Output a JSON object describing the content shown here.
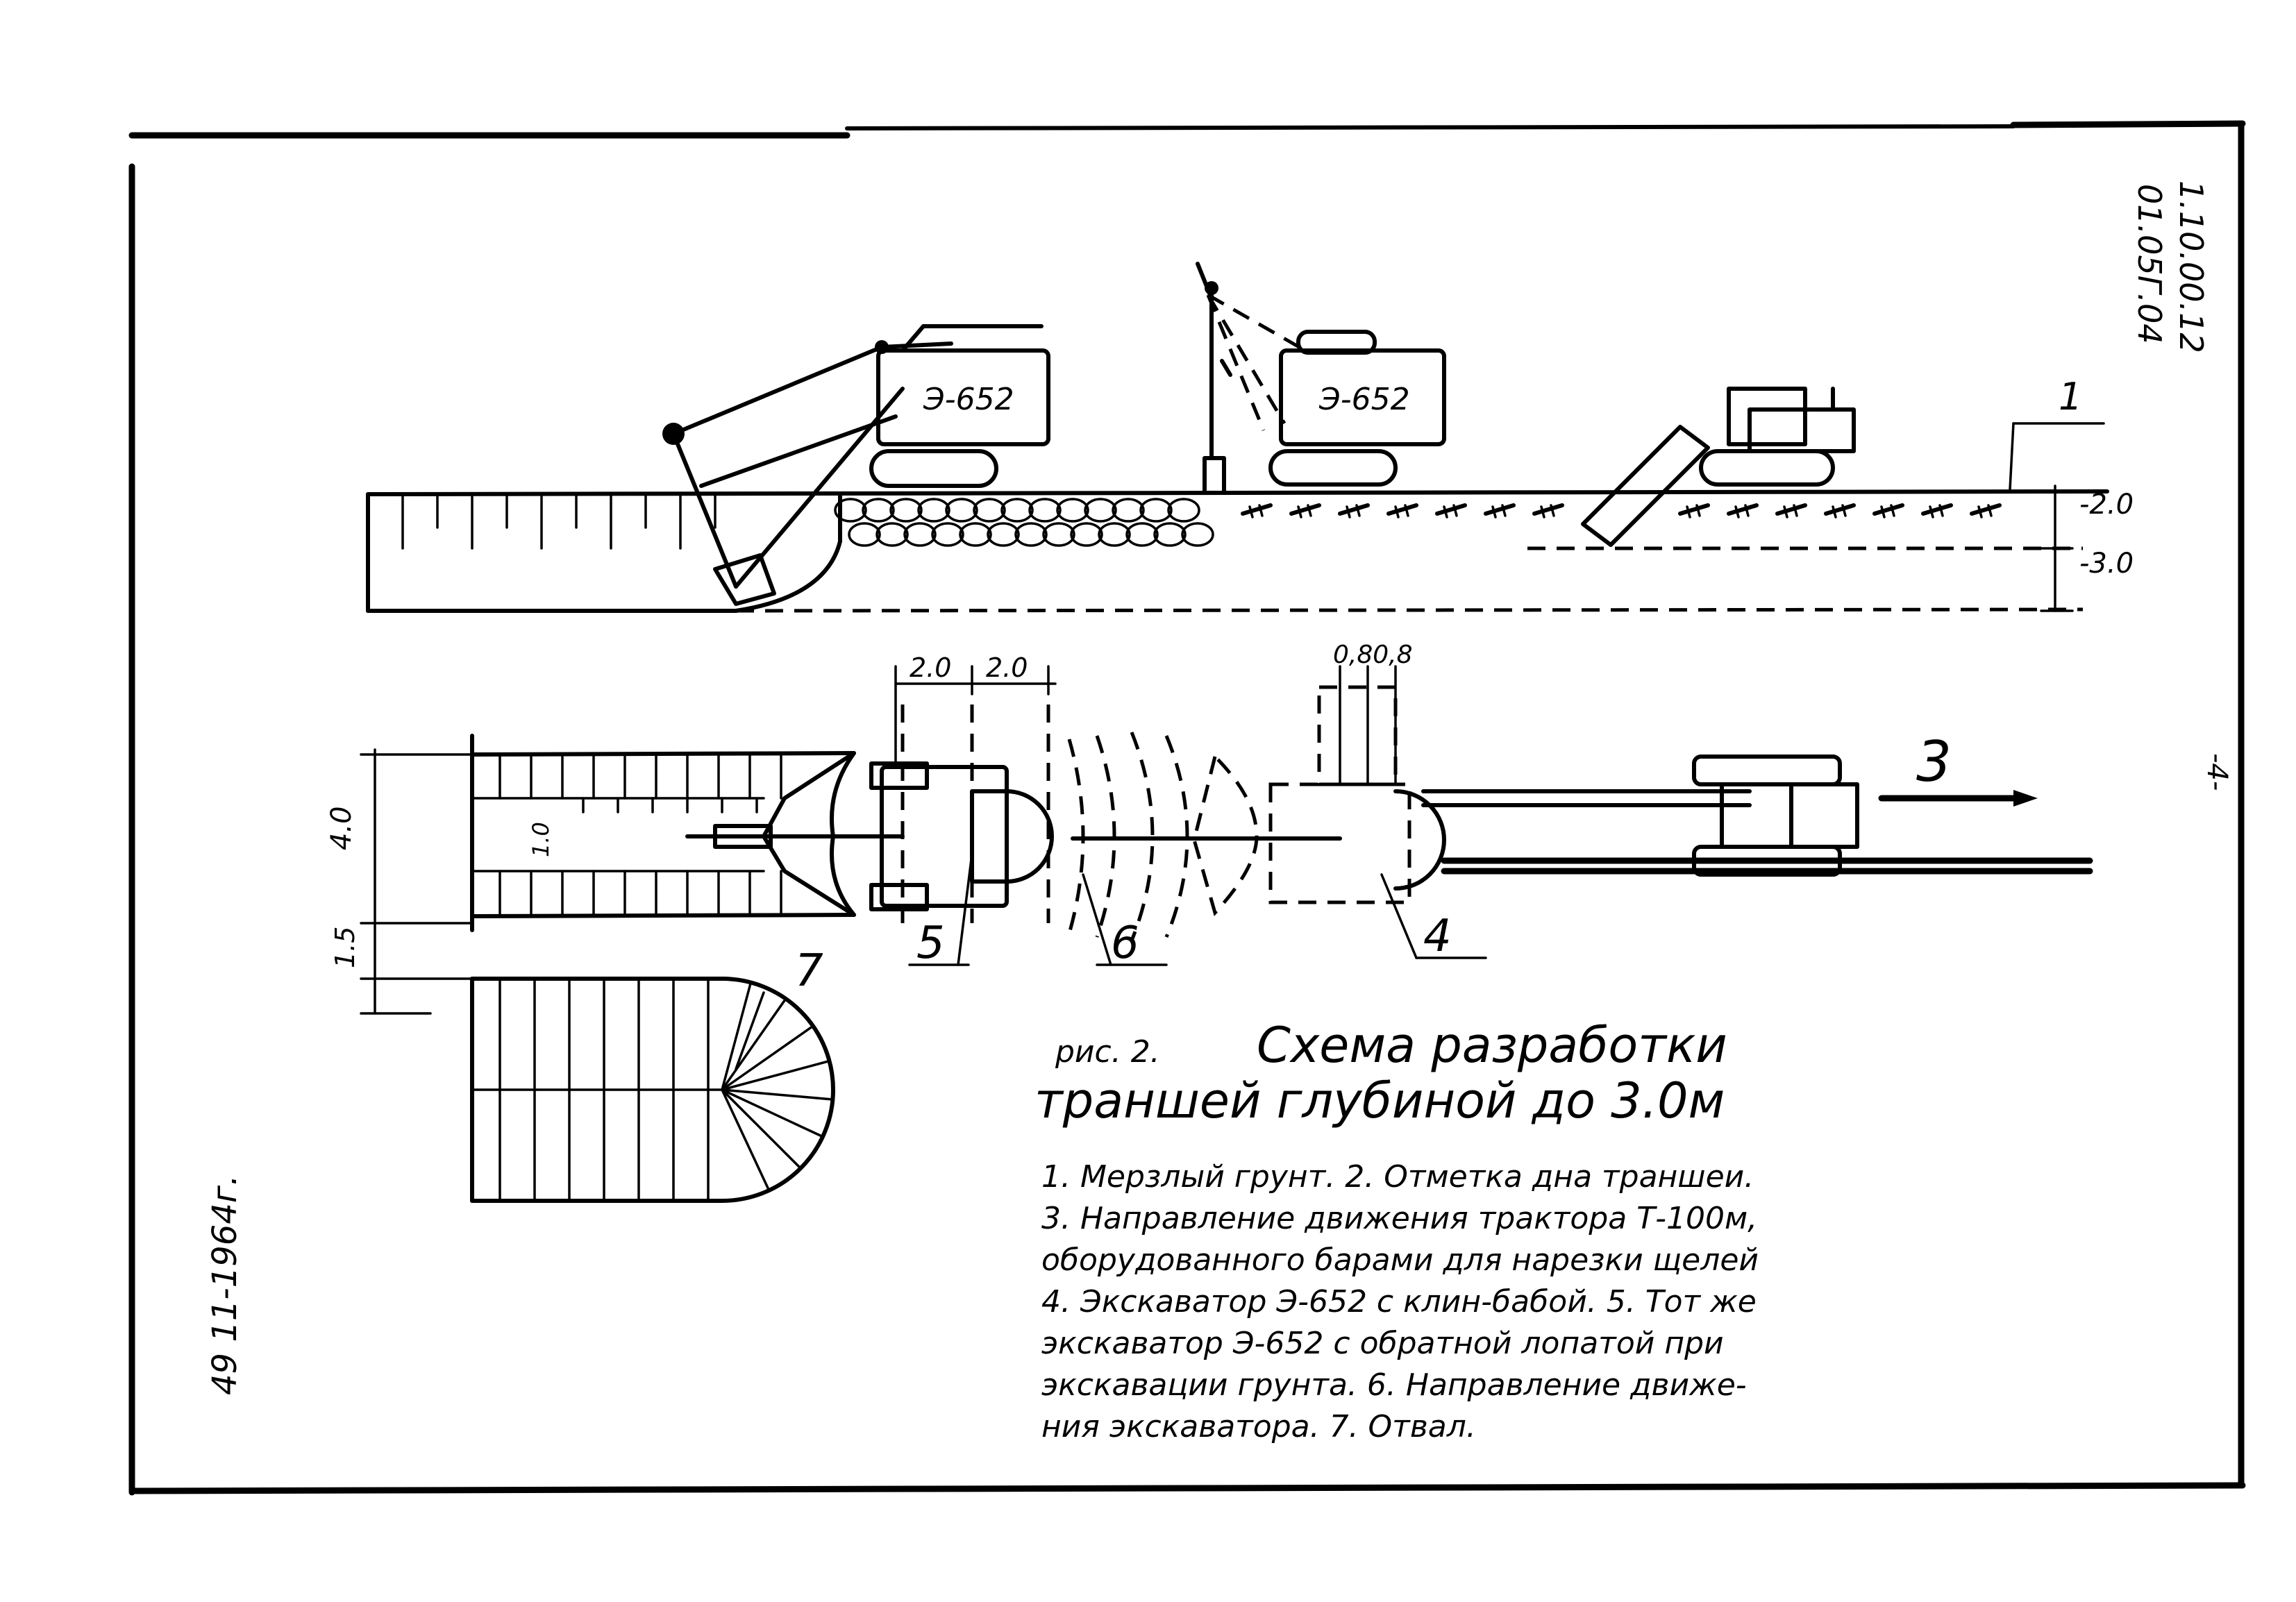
{
  "sheet": {
    "code_line1": "1.10.00.12",
    "code_line2": "01.05Г.04",
    "page_number": "-4-",
    "stamp": "49 11-1964г."
  },
  "diagram": {
    "excavator_label_1": "Э-652",
    "excavator_label_2": "Э-652",
    "callout_1": "1",
    "callout_3": "3",
    "callout_4": "4",
    "callout_5": "5",
    "callout_6": "6",
    "callout_7": "7",
    "level_2": "-2.0",
    "level_3": "-3.0",
    "dim_2_0_a": "2.0",
    "dim_2_0_b": "2.0",
    "dim_0_8": "0,80,8",
    "dim_4_0": "4.0",
    "dim_1_0": "1.0",
    "dim_1_5": "1.5"
  },
  "caption": {
    "figure_label": "рис. 2.",
    "title_line1": "Схема разработки",
    "title_line2": "траншей глубиной до 3.0м"
  },
  "legend": {
    "line1": "1. Мерзлый грунт. 2. Отметка дна траншеи.",
    "line2": "3. Направление движения трактора Т-100м,",
    "line3": "оборудованного барами для нарезки щелей",
    "line4": "4. Экскаватор Э-652 с клин-бабой. 5. Тот же",
    "line5": "экскаватор Э-652 с обратной лопатой при",
    "line6": "экскавации грунта. 6. Направление движе-",
    "line7": "ния экскаватора. 7. Отвал."
  }
}
